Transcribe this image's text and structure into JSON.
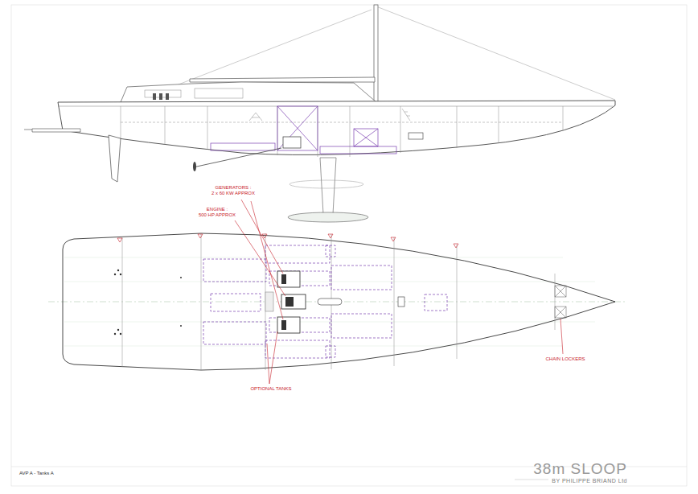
{
  "diagram": {
    "title": "38m SLOOP",
    "labels": [
      "GENERATORS :",
      "2 x 60 KW APPROX",
      "ENGINE :",
      "500 HP APPROX",
      "OPTIONAL TANKS",
      "CHAIN LOCKERS",
      "BY PHILIPPE BRIAND Ltd",
      "AVP A - Tanks A"
    ]
  }
}
